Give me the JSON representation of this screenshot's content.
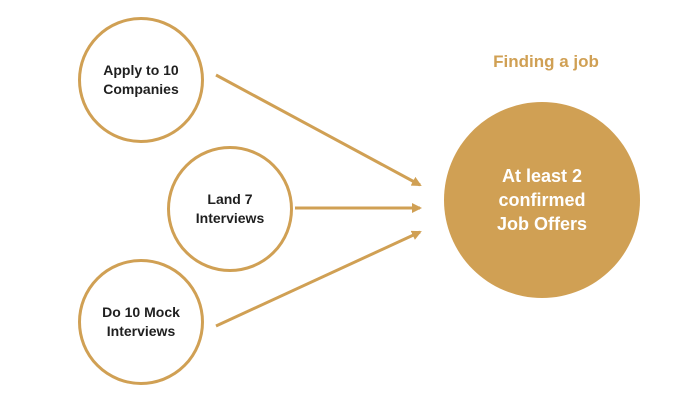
{
  "diagram": {
    "title": "Finding a job",
    "inputs": [
      {
        "label": "Apply to 10\nCompanies"
      },
      {
        "label": "Land 7\nInterviews"
      },
      {
        "label": "Do 10 Mock\nInterviews"
      }
    ],
    "goal": {
      "label": "At least 2\nconfirmed\nJob Offers"
    },
    "colors": {
      "accent": "#d0a054",
      "input_text": "#1f1f1f",
      "goal_text": "#ffffff",
      "background": "#ffffff"
    }
  }
}
